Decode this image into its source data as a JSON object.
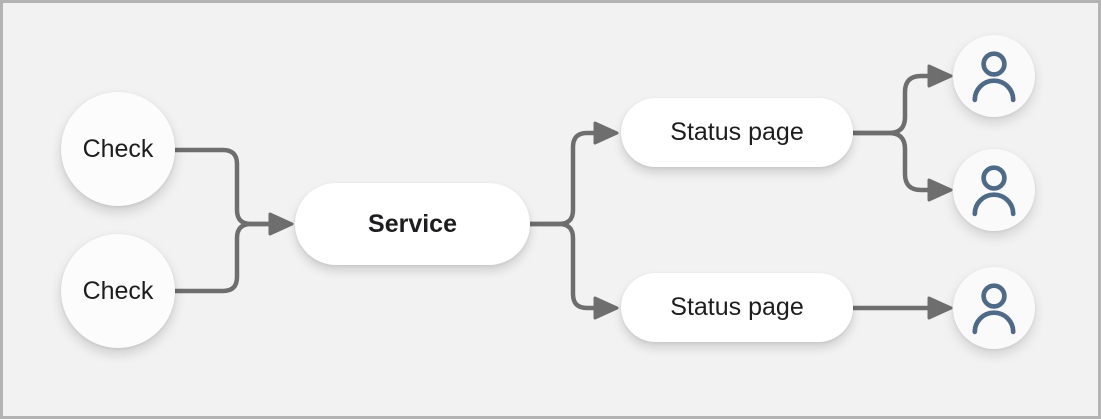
{
  "diagram": {
    "title": "monitoring-flow-diagram",
    "checks": [
      {
        "id": "check-1",
        "label": "Check"
      },
      {
        "id": "check-2",
        "label": "Check"
      }
    ],
    "service": {
      "id": "service",
      "label": "Service"
    },
    "status_pages": [
      {
        "id": "status-page-1",
        "label": "Status page"
      },
      {
        "id": "status-page-2",
        "label": "Status page"
      }
    ],
    "users": [
      {
        "id": "user-1",
        "icon": "user-icon"
      },
      {
        "id": "user-2",
        "icon": "user-icon"
      },
      {
        "id": "user-3",
        "icon": "user-icon"
      }
    ],
    "edges": [
      {
        "from": "check-1",
        "to": "service"
      },
      {
        "from": "check-2",
        "to": "service"
      },
      {
        "from": "service",
        "to": "status-page-1"
      },
      {
        "from": "service",
        "to": "status-page-2"
      },
      {
        "from": "status-page-1",
        "to": "user-1"
      },
      {
        "from": "status-page-1",
        "to": "user-2"
      },
      {
        "from": "status-page-2",
        "to": "user-3"
      }
    ],
    "colors": {
      "background": "#f2f2f2",
      "frame_border": "#b3b3b3",
      "node_fill": "#ffffff",
      "circle_fill": "#fcfcfc",
      "user_fill": "#fafafa",
      "arrow": "#6e6e6e",
      "text": "#1d1d1f",
      "user_icon": "#4e6a87"
    }
  }
}
